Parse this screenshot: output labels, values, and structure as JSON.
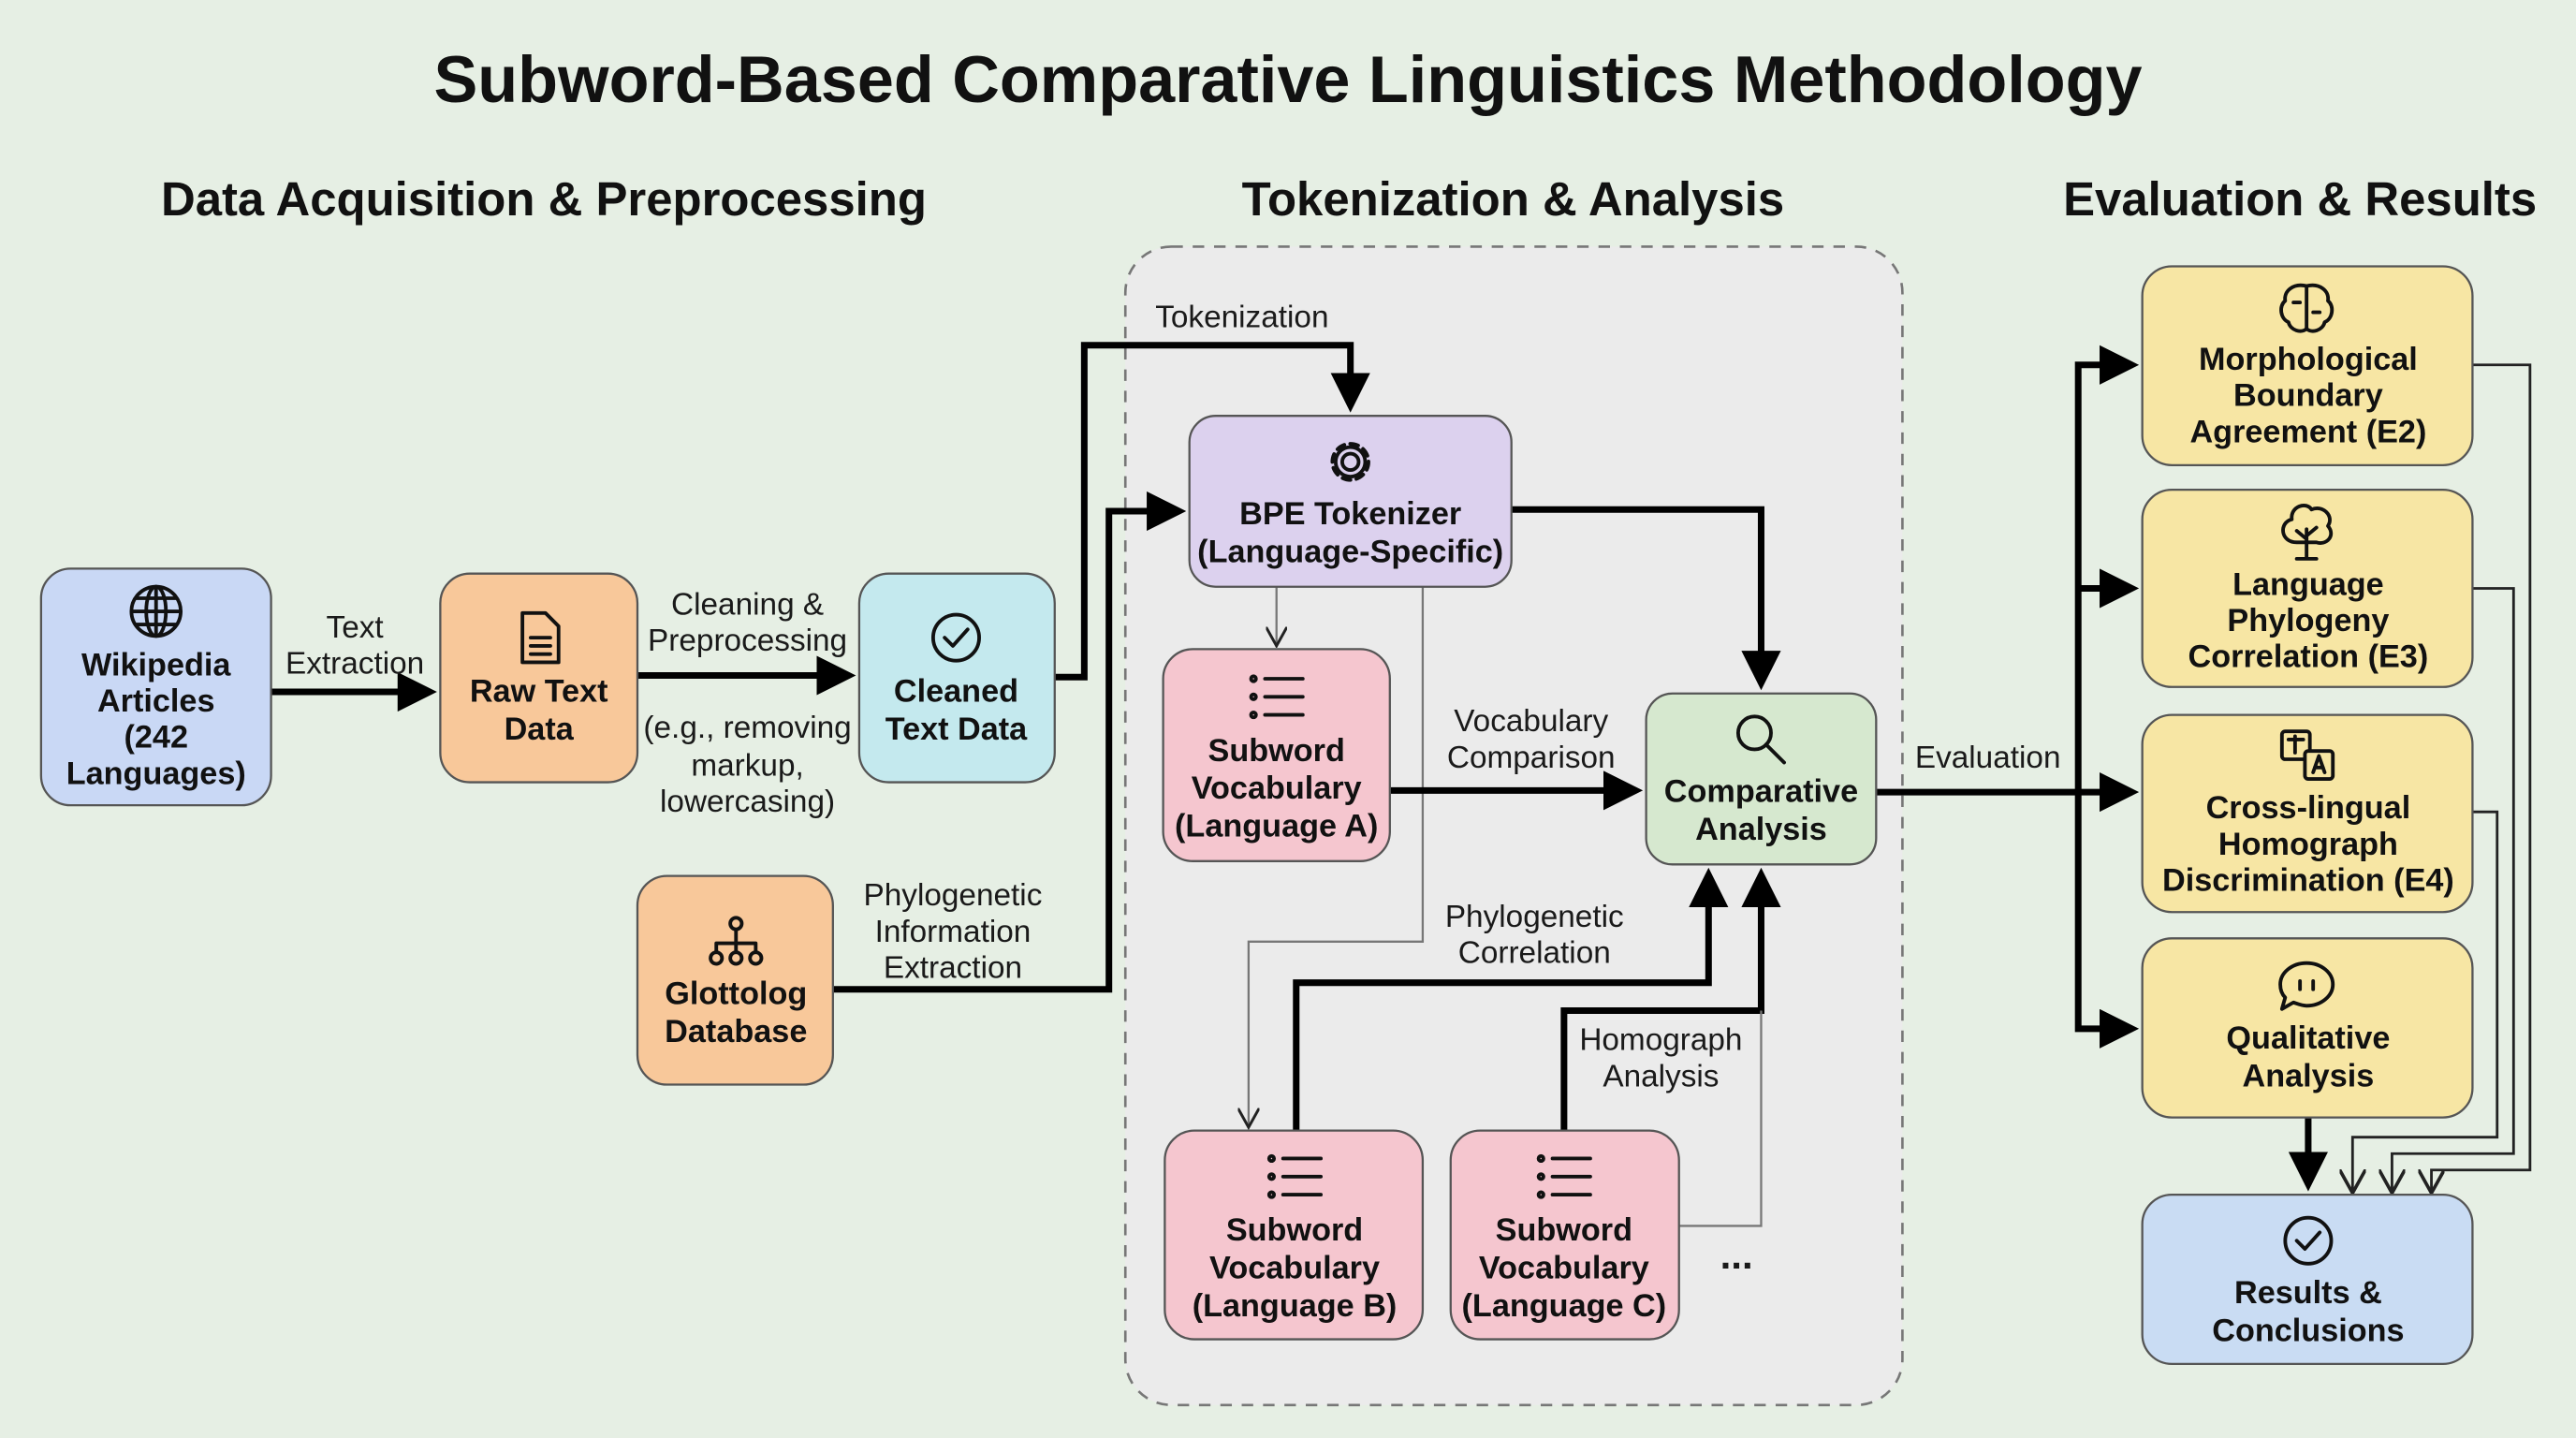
{
  "title": "Subword-Based Comparative Linguistics Methodology",
  "sections": {
    "data": "Data Acquisition & Preprocessing",
    "tokenization": "Tokenization & Analysis",
    "evaluation": "Evaluation & Results"
  },
  "nodes": {
    "wikipedia": {
      "lines": [
        "Wikipedia",
        "Articles",
        "(242",
        "Languages)"
      ],
      "icon": "globe-icon",
      "color": "#c9d8f5"
    },
    "raw_text": {
      "lines": [
        "Raw Text",
        "Data"
      ],
      "icon": "document-icon",
      "color": "#f8c89a"
    },
    "cleaned": {
      "lines": [
        "Cleaned",
        "Text Data"
      ],
      "icon": "check-circle-icon",
      "color": "#c4e9ee"
    },
    "glottolog": {
      "lines": [
        "Glottolog",
        "Database"
      ],
      "icon": "hierarchy-icon",
      "color": "#f8c89a"
    },
    "bpe": {
      "lines": [
        "BPE Tokenizer",
        "(Language-Specific)"
      ],
      "icon": "gear-icon",
      "color": "#dcd1ee"
    },
    "subword_a": {
      "lines": [
        "Subword",
        "Vocabulary",
        "(Language A)"
      ],
      "icon": "list-icon",
      "color": "#f5c6cf"
    },
    "subword_b": {
      "lines": [
        "Subword",
        "Vocabulary",
        "(Language B)"
      ],
      "icon": "list-icon",
      "color": "#f5c6cf"
    },
    "subword_c": {
      "lines": [
        "Subword",
        "Vocabulary",
        "(Language C)"
      ],
      "icon": "list-icon",
      "color": "#f5c6cf"
    },
    "comparative": {
      "lines": [
        "Comparative",
        "Analysis"
      ],
      "icon": "search-icon",
      "color": "#d6e8cf"
    },
    "e2": {
      "lines": [
        "Morphological",
        "Boundary",
        "Agreement (E2)"
      ],
      "icon": "brain-icon",
      "color": "#f7e6a4"
    },
    "e3": {
      "lines": [
        "Language",
        "Phylogeny",
        "Correlation (E3)"
      ],
      "icon": "tree-icon",
      "color": "#f7e6a4"
    },
    "e4": {
      "lines": [
        "Cross-lingual",
        "Homograph",
        "Discrimination (E4)"
      ],
      "icon": "translate-icon",
      "color": "#f7e6a4"
    },
    "qualitative": {
      "lines": [
        "Qualitative",
        "Analysis"
      ],
      "icon": "speech-bubble-icon",
      "color": "#f7e6a4"
    },
    "results": {
      "lines": [
        "Results &",
        "Conclusions"
      ],
      "icon": "check-circle-icon",
      "color": "#c9dcf3"
    }
  },
  "edges": {
    "text_extraction": [
      "Text",
      "Extraction"
    ],
    "cleaning": [
      "Cleaning &",
      "Preprocessing"
    ],
    "cleaning_note": [
      "(e.g., removing",
      "markup,",
      "lowercasing)"
    ],
    "tokenization": "Tokenization",
    "phylo_info": [
      "Phylogenetic",
      "Information",
      "Extraction"
    ],
    "vocab_comparison": [
      "Vocabulary",
      "Comparison"
    ],
    "phylo_corr": [
      "Phylogenetic",
      "Correlation"
    ],
    "homograph": [
      "Homograph",
      "Analysis"
    ],
    "evaluation": "Evaluation",
    "more": "..."
  }
}
